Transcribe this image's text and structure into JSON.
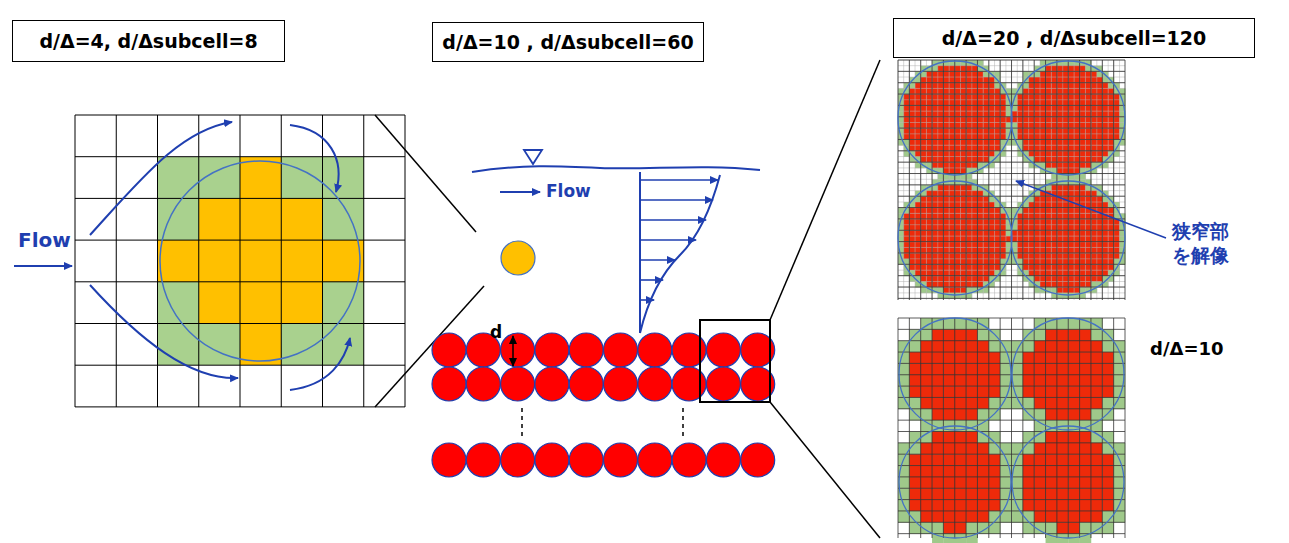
{
  "diagram": {
    "nodes": [
      {
        "text": [
          "d/Δ=4, d/Δsubcell=8"
        ]
      },
      {
        "text": [
          "d/Δ=10 , d/Δsubcell=60"
        ]
      },
      {
        "text": [
          "d/Δ=20 , d/Δsubcell=120"
        ]
      }
    ],
    "labels": [
      "Flow",
      "Flow",
      "d",
      "狭窄部 を解像",
      "d/Δ=10"
    ]
  }
}
